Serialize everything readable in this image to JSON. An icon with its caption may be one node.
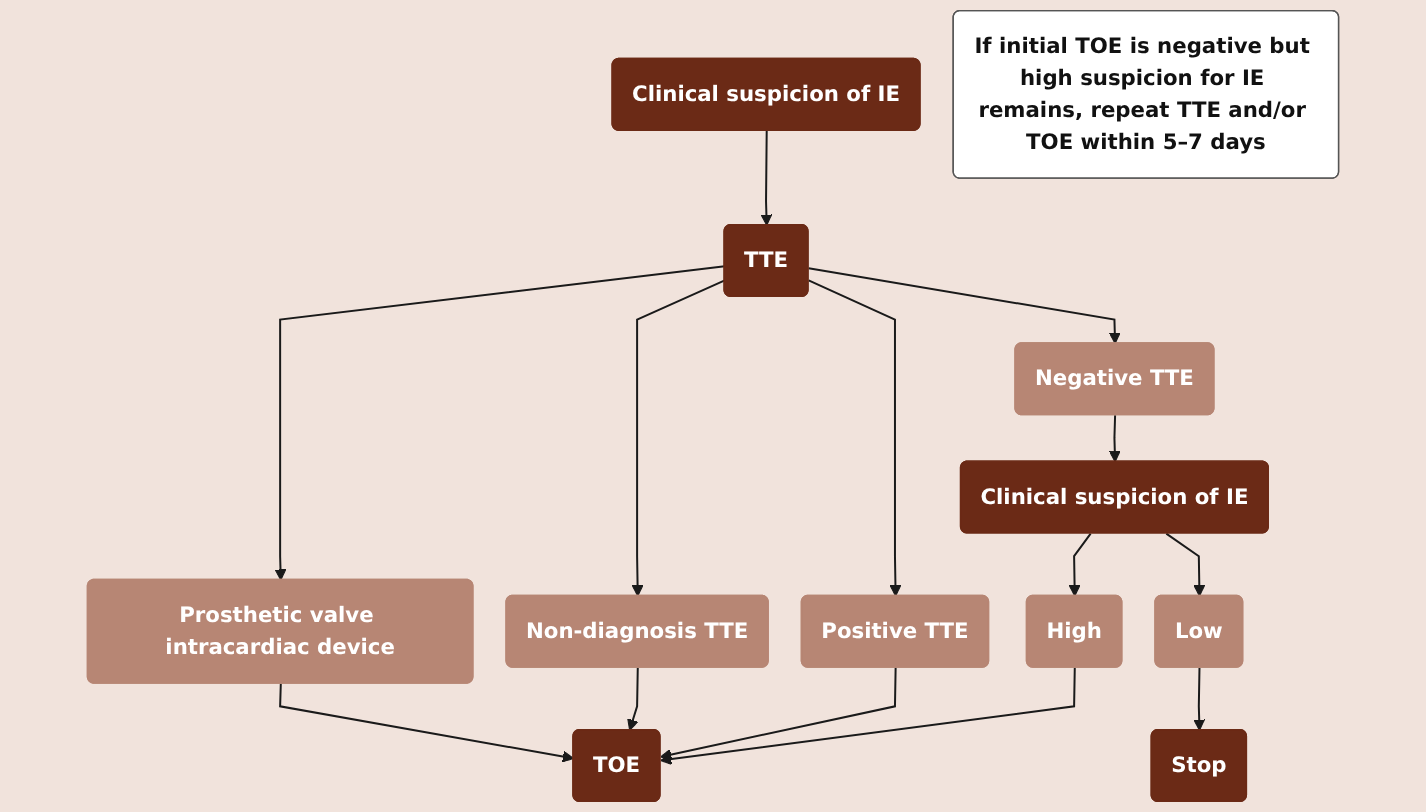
{
  "diagram": {
    "nodes": [
      {
        "text": [
          "Clinical suspicion of IE"
        ]
      },
      {
        "text": [
          "TTE"
        ]
      },
      {
        "text": [
          "Prosthetic valve intracardiac device"
        ]
      },
      {
        "text": [
          "Non-diagnosis TTE"
        ]
      },
      {
        "text": [
          "Positive TTE"
        ]
      },
      {
        "text": [
          "Negative TTE"
        ]
      },
      {
        "text": [
          "Clinical suspicion of IE"
        ]
      },
      {
        "text": [
          "High"
        ]
      },
      {
        "text": [
          "Low"
        ]
      },
      {
        "text": [
          "TOE"
        ]
      },
      {
        "text": [
          "Stop"
        ]
      },
      {
        "text": [
          "If initial TOE is negative but high suspicion for IE remains, repeat TTE and/or TOE within 5–7 days"
        ]
      }
    ],
    "edges": [
      {
        "from": 0,
        "to": 1,
        "arrow": "to"
      },
      {
        "from": 1,
        "to": 2,
        "arrow": "to"
      },
      {
        "from": 1,
        "to": 3,
        "arrow": "to"
      },
      {
        "from": 1,
        "to": 4,
        "arrow": "to"
      },
      {
        "from": 1,
        "to": 5,
        "arrow": "to"
      },
      {
        "from": 2,
        "to": 9,
        "arrow": "to"
      },
      {
        "from": 3,
        "to": 9,
        "arrow": "to"
      },
      {
        "from": 4,
        "to": 9,
        "arrow": "to"
      },
      {
        "from": 5,
        "to": 6,
        "arrow": "to"
      },
      {
        "from": 6,
        "to": 7,
        "arrow": "to"
      },
      {
        "from": 6,
        "to": 8,
        "arrow": "to"
      },
      {
        "from": 7,
        "to": 9,
        "arrow": "to"
      },
      {
        "from": 8,
        "to": 10,
        "arrow": "to"
      }
    ]
  }
}
